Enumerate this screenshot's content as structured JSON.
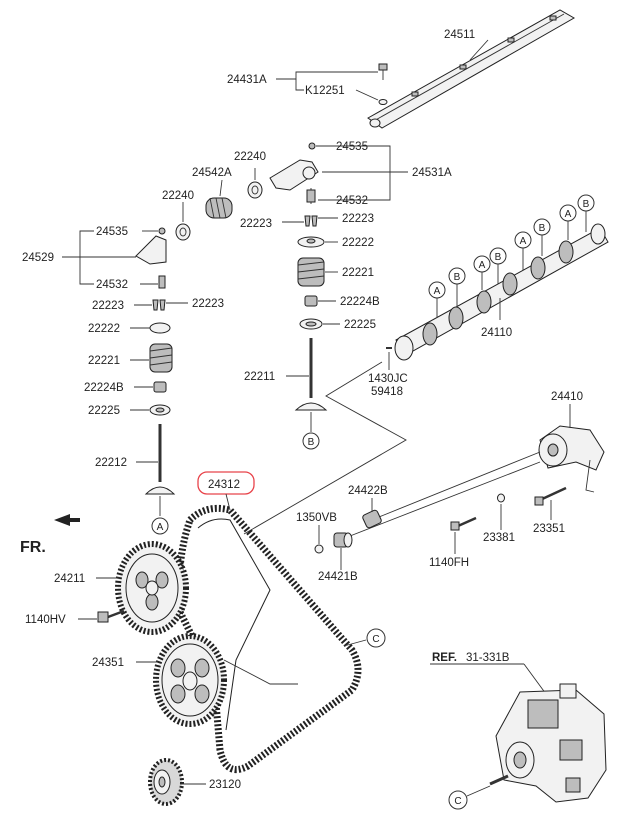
{
  "labels": {
    "l24511": "24511",
    "l24431A": "24431A",
    "lK12251": "K12251",
    "l24535_top": "24535",
    "l22240_top": "22240",
    "l24542A": "24542A",
    "l24531A": "24531A",
    "l24532_top": "24532",
    "l22240_mid": "22240",
    "l22223_r1": "22223",
    "l22223_r2": "22223",
    "l22222_r": "22222",
    "l24535_left": "24535",
    "l24529": "24529",
    "l24532_left": "24532",
    "l22221_r": "22221",
    "l22224B_r": "22224B",
    "l22223_l1": "22223",
    "l22223_l2": "22223",
    "l22225_r": "22225",
    "l22222_l": "22222",
    "l24110": "24110",
    "l22221_l": "22221",
    "l22211": "22211",
    "l1430JC": "1430JC",
    "l59418": "59418",
    "l22224B_l": "22224B",
    "l24410": "24410",
    "l22225_l": "22225",
    "l22212": "22212",
    "l24312": "24312",
    "l24422B": "24422B",
    "l1350VB": "1350VB",
    "l23381": "23381",
    "l23351": "23351",
    "lFR": "FR.",
    "l24211": "24211",
    "l24421B": "24421B",
    "l1140FH": "1140FH",
    "l1140HV": "1140HV",
    "l24351": "24351",
    "lREF": "REF.",
    "lREFnum": "31-331B",
    "l23120": "23120"
  },
  "callouts": {
    "a": "A",
    "b": "B",
    "c": "C"
  },
  "colors": {
    "highlight": "#e8434a",
    "line": "#333333"
  }
}
